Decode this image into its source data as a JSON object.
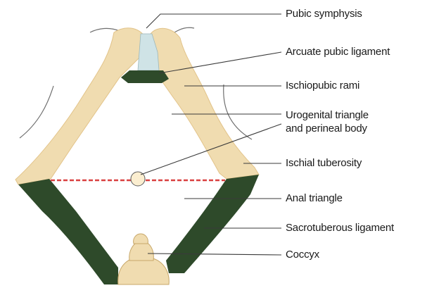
{
  "figure": {
    "colors": {
      "bone_fill": "#f0dcb0",
      "bone_edge": "#e2c389",
      "ligament_green": "#2e4a2a",
      "cartilage": "#cfe3e6",
      "leader_line": "#3a3a3a",
      "divider_red": "#d94040",
      "outline": "#6f6f6f"
    },
    "labels": {
      "pubic_symphysis": "Pubic symphysis",
      "arcuate_pubic_ligament": "Arcuate pubic ligament",
      "ischiopubic_rami": "Ischiopubic rami",
      "urogenital_triangle_line1": "Urogenital triangle",
      "urogenital_triangle_line2": "and perineal body",
      "ischial_tuberosity": "Ischial tuberosity",
      "anal_triangle": "Anal triangle",
      "sacrotuberous_ligament": "Sacrotuberous ligament",
      "coccyx": "Coccyx"
    }
  }
}
